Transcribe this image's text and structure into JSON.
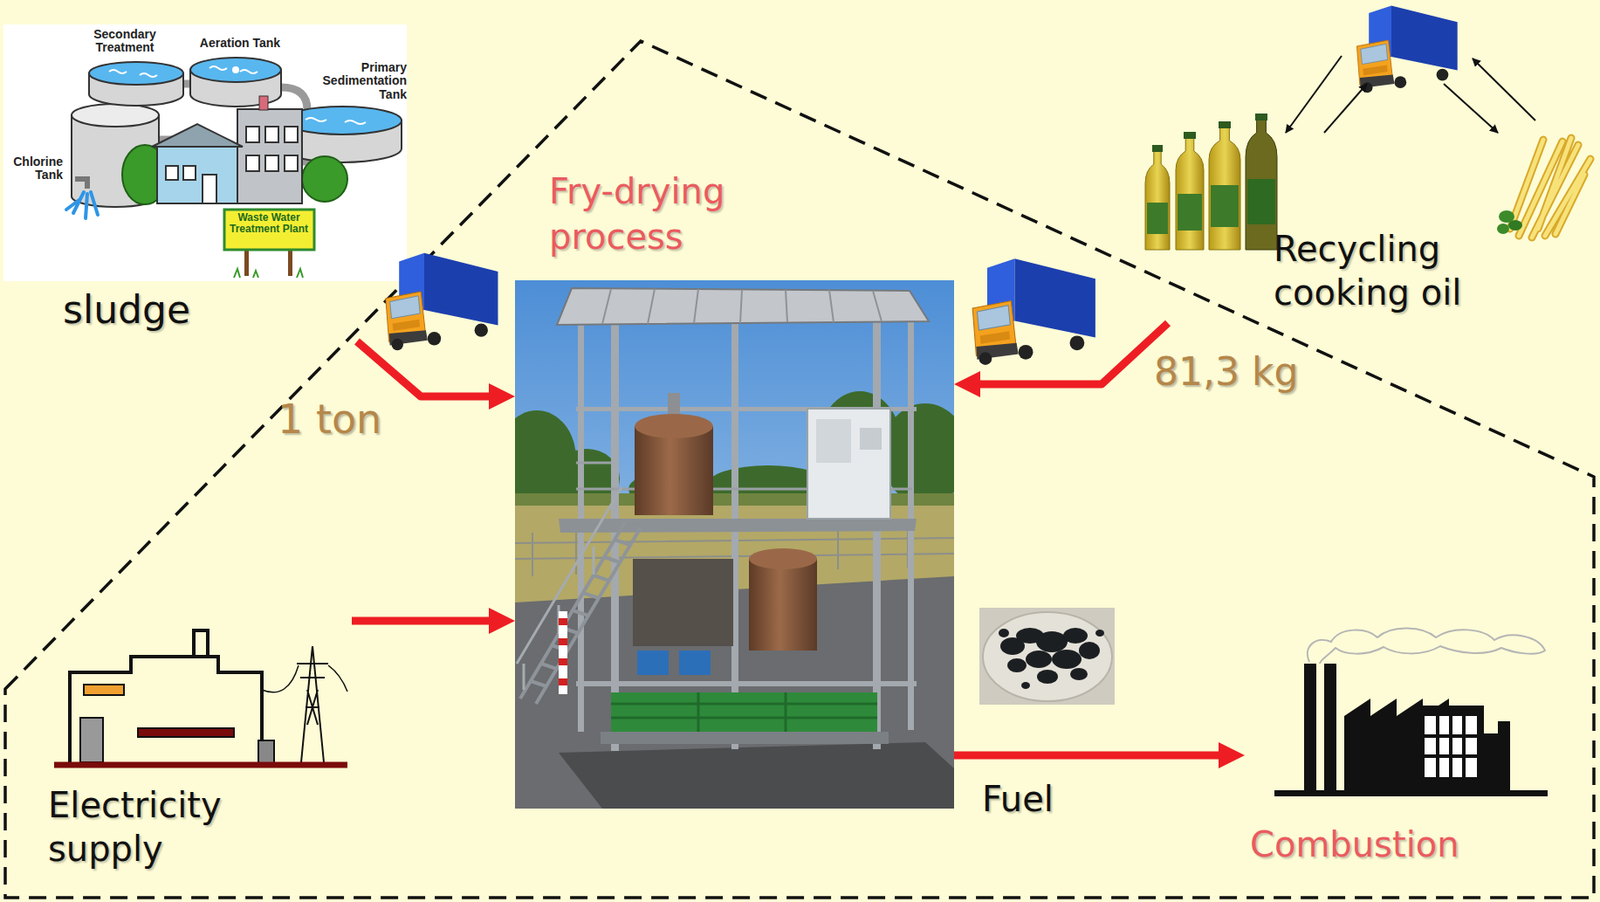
{
  "diagram": {
    "nodes": [
      {
        "text": [
          "sludge"
        ]
      },
      {
        "text": [
          "Fry-drying process"
        ]
      },
      {
        "text": [
          "Recycling cooking oil"
        ]
      },
      {
        "text": [
          "Electricity supply"
        ]
      },
      {
        "text": [
          "Combustion"
        ]
      }
    ],
    "edges": [
      {
        "from": 0,
        "to": 1,
        "label": "1 ton",
        "arrow": "to"
      },
      {
        "from": 2,
        "to": 1,
        "label": "81,3 kg",
        "arrow": "to"
      },
      {
        "from": 3,
        "to": 1,
        "arrow": "to"
      },
      {
        "from": 1,
        "to": 4,
        "label": "Fuel",
        "arrow": "to"
      }
    ],
    "labels": [
      "Secondary Treatment",
      "Aeration Tank",
      "Primary Sedimentation Tank",
      "Chlorine Tank",
      "Waste Water Treatment Plant"
    ]
  }
}
